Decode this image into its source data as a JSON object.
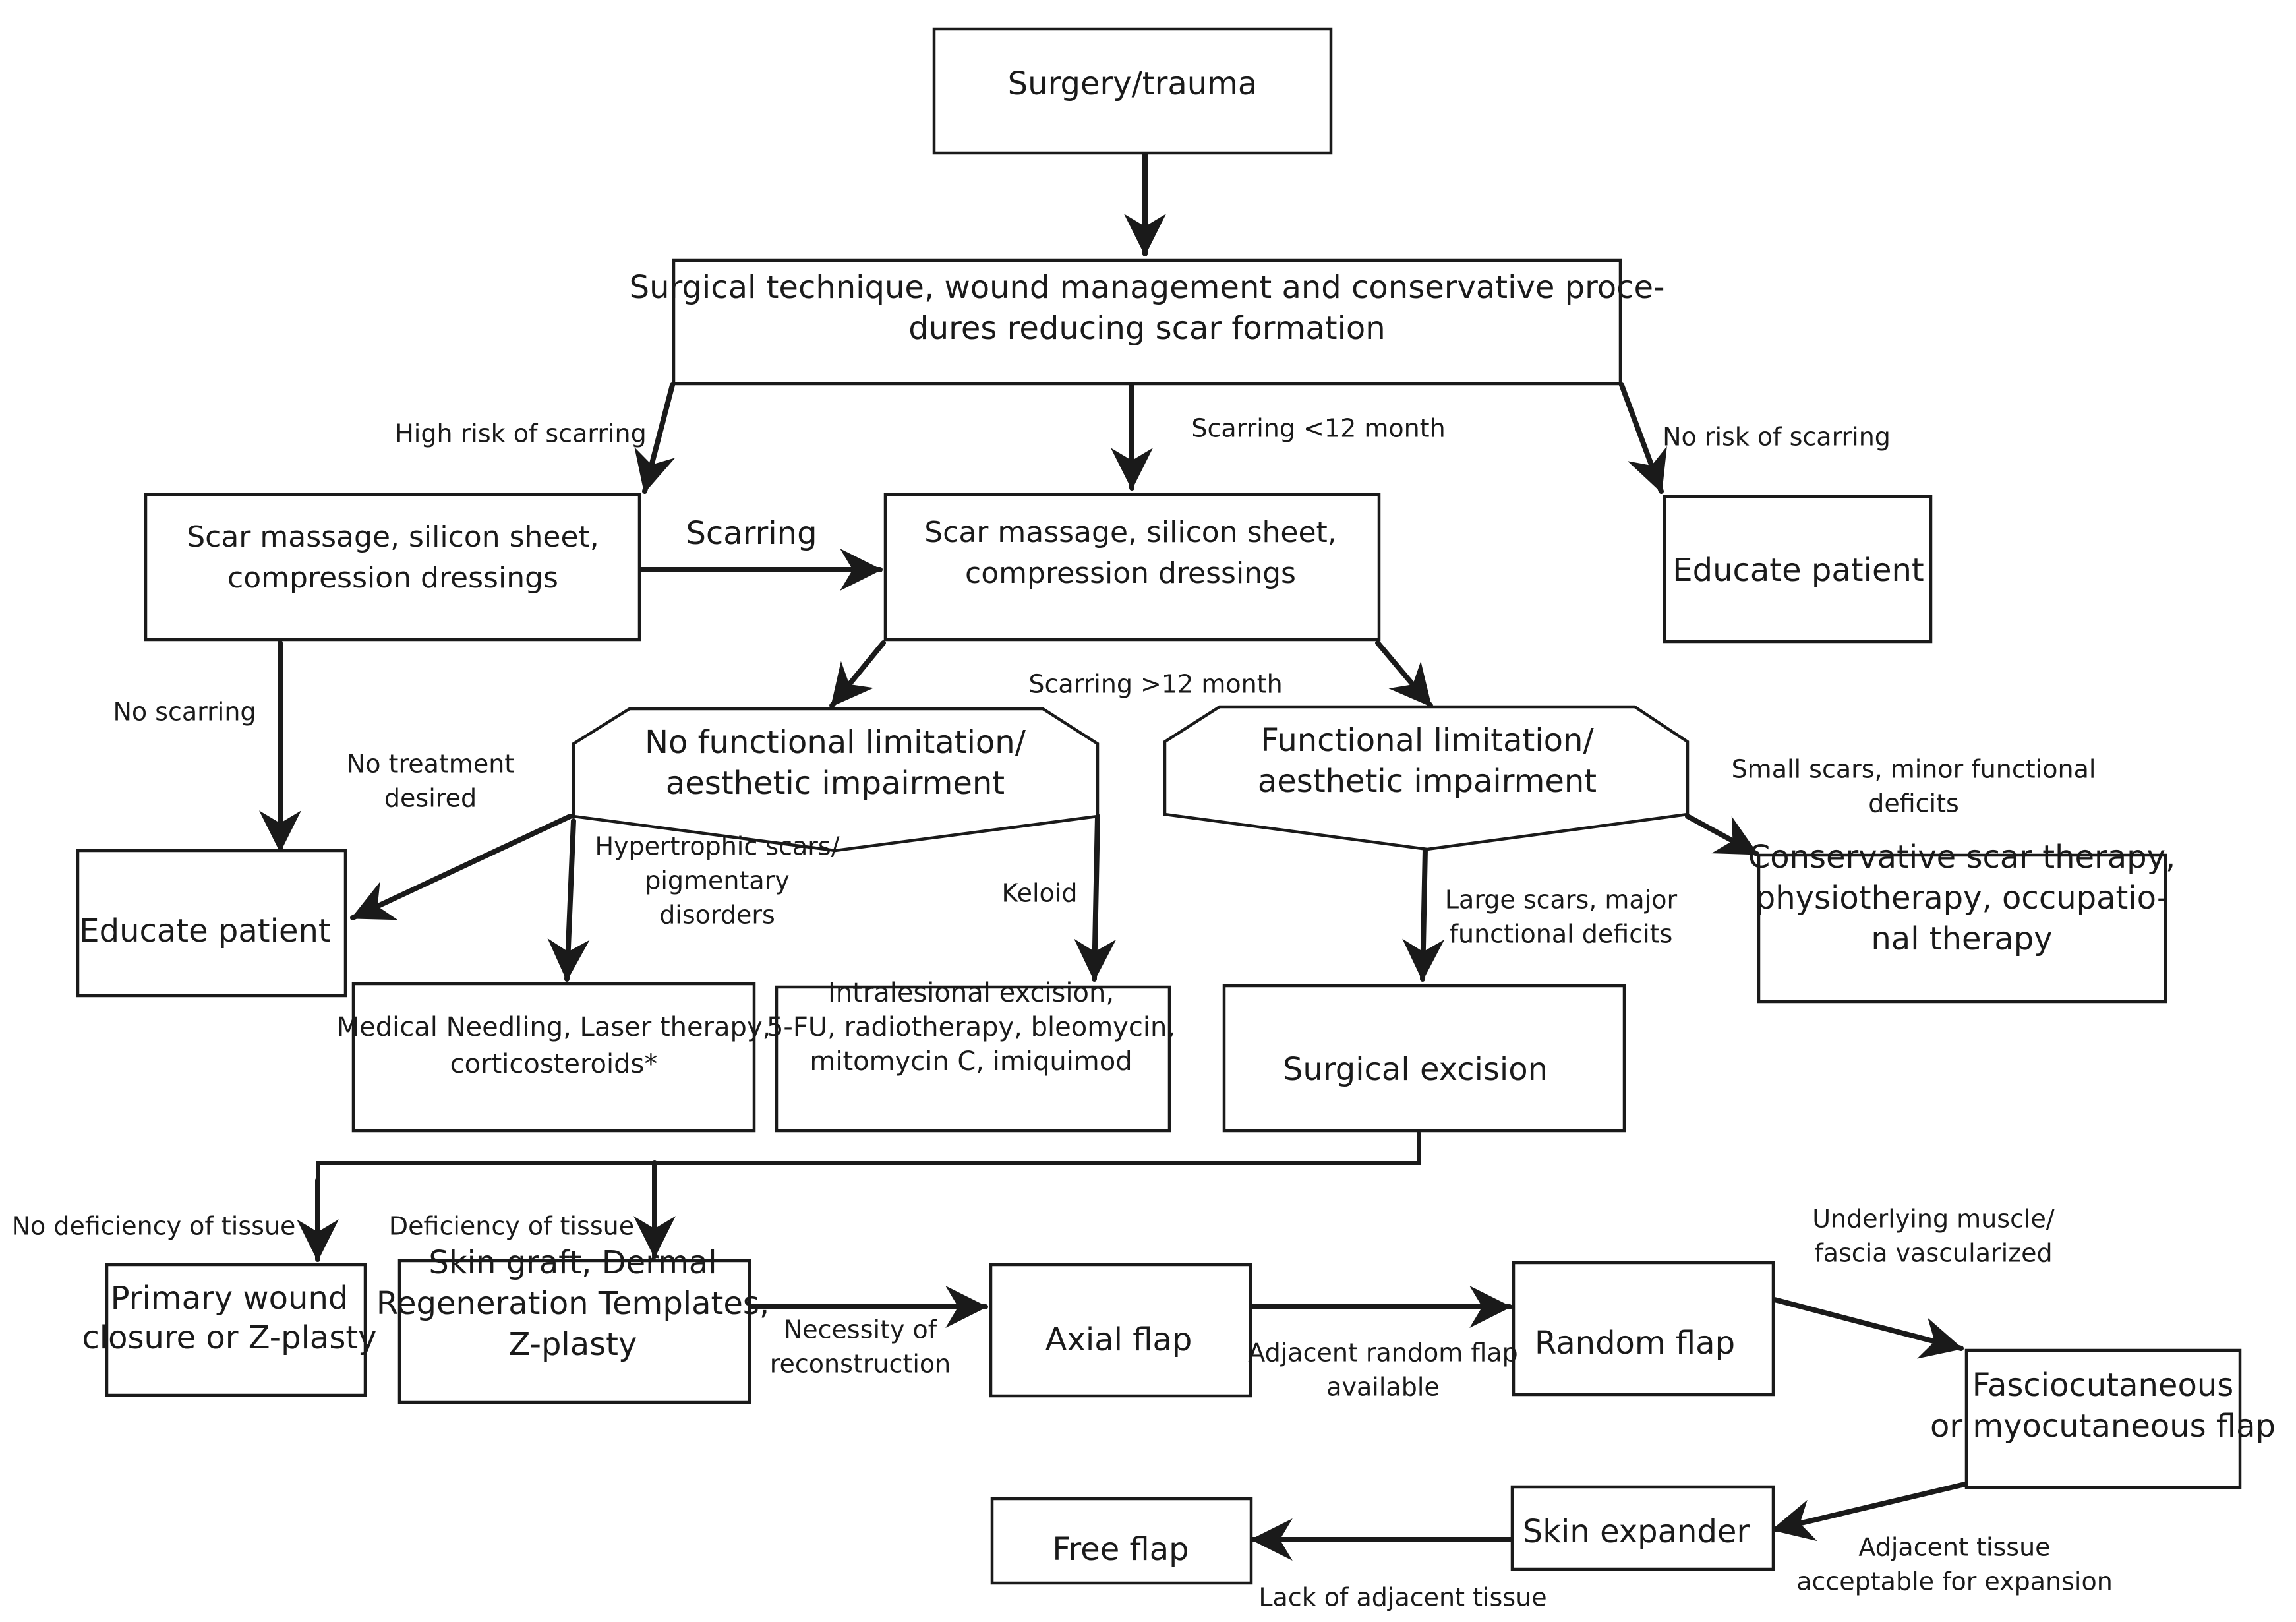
{
  "nodes": {
    "surgery_trauma": [
      "Surgery/trauma"
    ],
    "surgical_technique": [
      "Surgical technique, wound management and conservative proce-",
      "dures  reducing scar formation"
    ],
    "scar_massage_left": [
      "Scar massage, silicon sheet,",
      "compression dressings"
    ],
    "scar_massage_center": [
      "Scar massage, silicon sheet,",
      "compression dressings"
    ],
    "educate_patient_right": [
      "Educate patient"
    ],
    "no_functional_limitation": [
      "No functional limitation/",
      "aesthetic impairment"
    ],
    "functional_limitation": [
      "Functional limitation/",
      "aesthetic impairment"
    ],
    "educate_patient_left": [
      "Educate patient"
    ],
    "medical_needling": [
      "Medical Needling, Laser therapy,",
      "corticosteroids*"
    ],
    "intralesional_excision": [
      "Intralesional excision,",
      "5-FU, radiotherapy, bleomycin,",
      "mitomycin C, imiquimod"
    ],
    "surgical_excision": [
      "Surgical excision"
    ],
    "conservative_scar_therapy": [
      "Conservative scar therapy,",
      "physiotherapy, occupatio-",
      "nal therapy"
    ],
    "primary_wound_closure": [
      "Primary wound",
      "closure or Z-plasty"
    ],
    "skin_graft": [
      "Skin graft, Dermal",
      "Regeneration Templates,",
      "Z-plasty"
    ],
    "axial_flap": [
      "Axial flap"
    ],
    "random_flap": [
      "Random flap"
    ],
    "fasciocutaneous_flap": [
      "Fasciocutaneous",
      "or myocutaneous flap"
    ],
    "skin_expander": [
      "Skin expander"
    ],
    "free_flap": [
      "Free flap"
    ]
  },
  "edge_labels": {
    "high_risk": [
      "High risk of scarring"
    ],
    "scarring_lt12": [
      "Scarring <12 month"
    ],
    "no_risk": [
      "No risk of scarring"
    ],
    "scarring": [
      "Scarring"
    ],
    "no_scarring": [
      "No scarring"
    ],
    "scarring_gt12": [
      "Scarring >12 month"
    ],
    "no_treatment": [
      "No treatment",
      "desired"
    ],
    "hypertrophic": [
      "Hypertrophic scars/",
      "pigmentary",
      "disorders"
    ],
    "keloid": [
      "Keloid"
    ],
    "small_scars": [
      "Small scars, minor functional",
      "deficits"
    ],
    "large_scars": [
      "Large scars, major",
      "functional deficits"
    ],
    "no_deficiency": [
      "No deficiency of tissue"
    ],
    "deficiency": [
      "Deficiency of tissue"
    ],
    "necessity": [
      "Necessity of",
      "reconstruction"
    ],
    "adjacent_random": [
      "Adjacent random flap",
      "available"
    ],
    "underlying_muscle": [
      "Underlying muscle/",
      "fascia vascularized"
    ],
    "adjacent_tissue": [
      "Adjacent tissue",
      "acceptable for expansion"
    ],
    "lack_adjacent": [
      "Lack of adjacent tissue"
    ]
  }
}
